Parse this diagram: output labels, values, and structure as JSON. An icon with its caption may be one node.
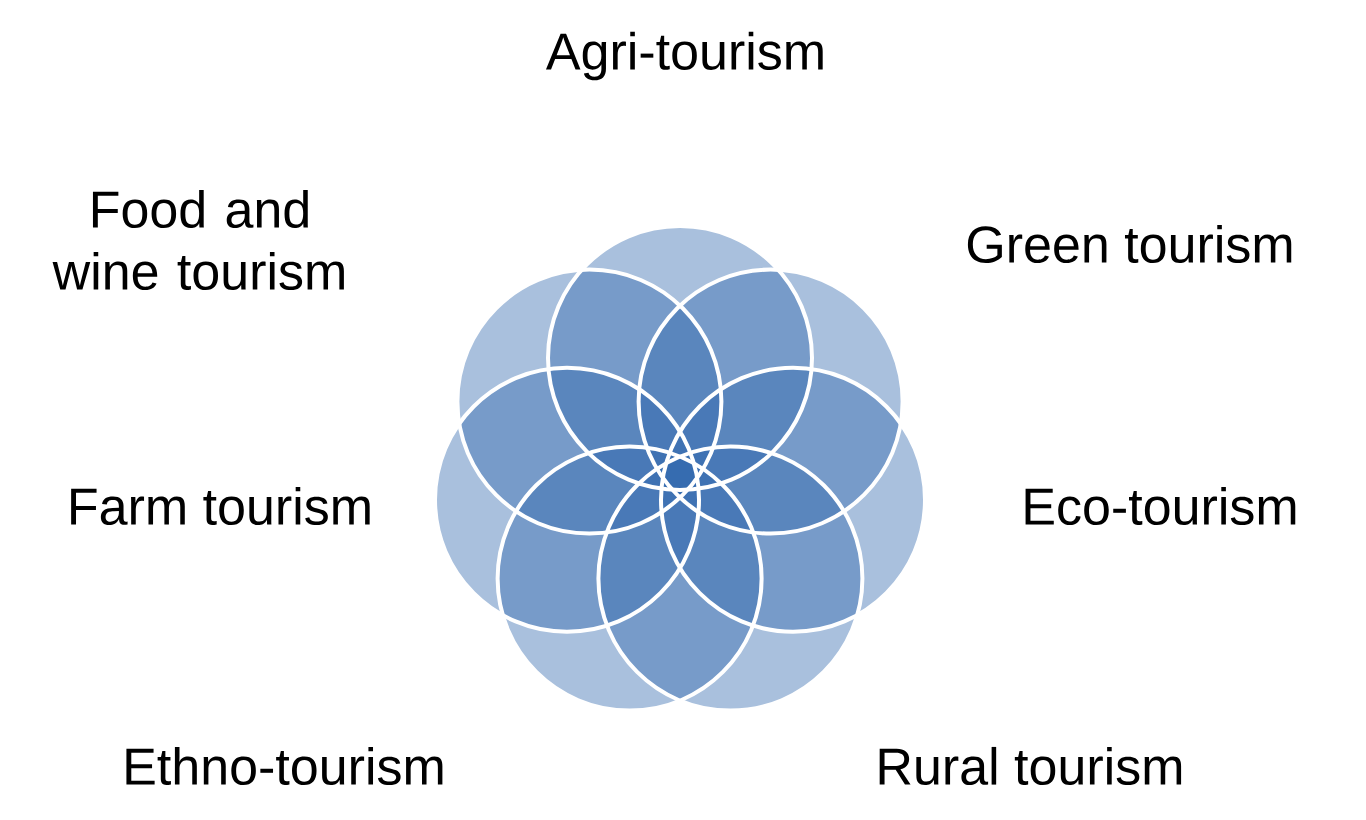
{
  "diagram": {
    "labels": [
      "Agri-tourism",
      "Food and wine tourism",
      "Green tourism",
      "Farm tourism",
      "Eco-tourism",
      "Ethno-tourism",
      "Rural tourism"
    ]
  }
}
